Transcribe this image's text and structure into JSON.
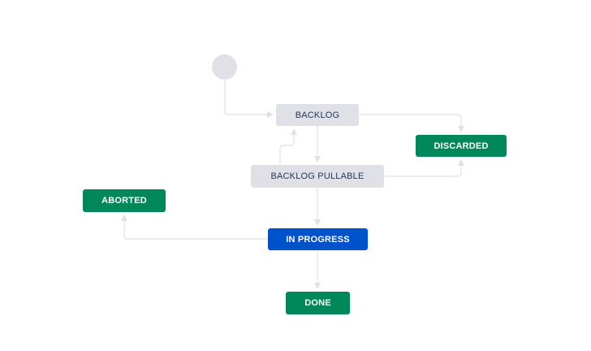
{
  "diagram": {
    "colors": {
      "todo_bg": "#dfe1e6",
      "todo_text": "#253858",
      "done_bg": "#00875a",
      "inprogress_bg": "#0052cc",
      "edge": "#dfe1e6"
    },
    "nodes": {
      "backlog": "BACKLOG",
      "discarded": "DISCARDED",
      "backlog_pullable": "BACKLOG PULLABLE",
      "aborted": "ABORTED",
      "in_progress": "IN PROGRESS",
      "done": "DONE"
    },
    "transitions": [
      {
        "from": "start",
        "to": "backlog"
      },
      {
        "from": "backlog",
        "to": "backlog_pullable"
      },
      {
        "from": "backlog_pullable",
        "to": "backlog"
      },
      {
        "from": "backlog",
        "to": "discarded"
      },
      {
        "from": "backlog_pullable",
        "to": "discarded"
      },
      {
        "from": "backlog_pullable",
        "to": "in_progress"
      },
      {
        "from": "in_progress",
        "to": "aborted"
      },
      {
        "from": "in_progress",
        "to": "done"
      }
    ]
  }
}
